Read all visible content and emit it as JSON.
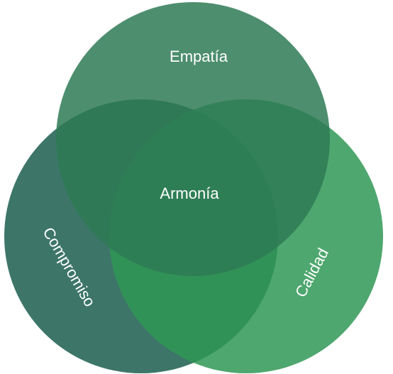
{
  "diagram": {
    "circles": [
      {
        "id": "top",
        "label": "Empatía",
        "color": "#2e7a55"
      },
      {
        "id": "left",
        "label": "Compromiso",
        "color": "#2d6a5c"
      },
      {
        "id": "right",
        "label": "Calidad",
        "color": "#2f9855"
      }
    ],
    "center_label": "Armonía"
  }
}
